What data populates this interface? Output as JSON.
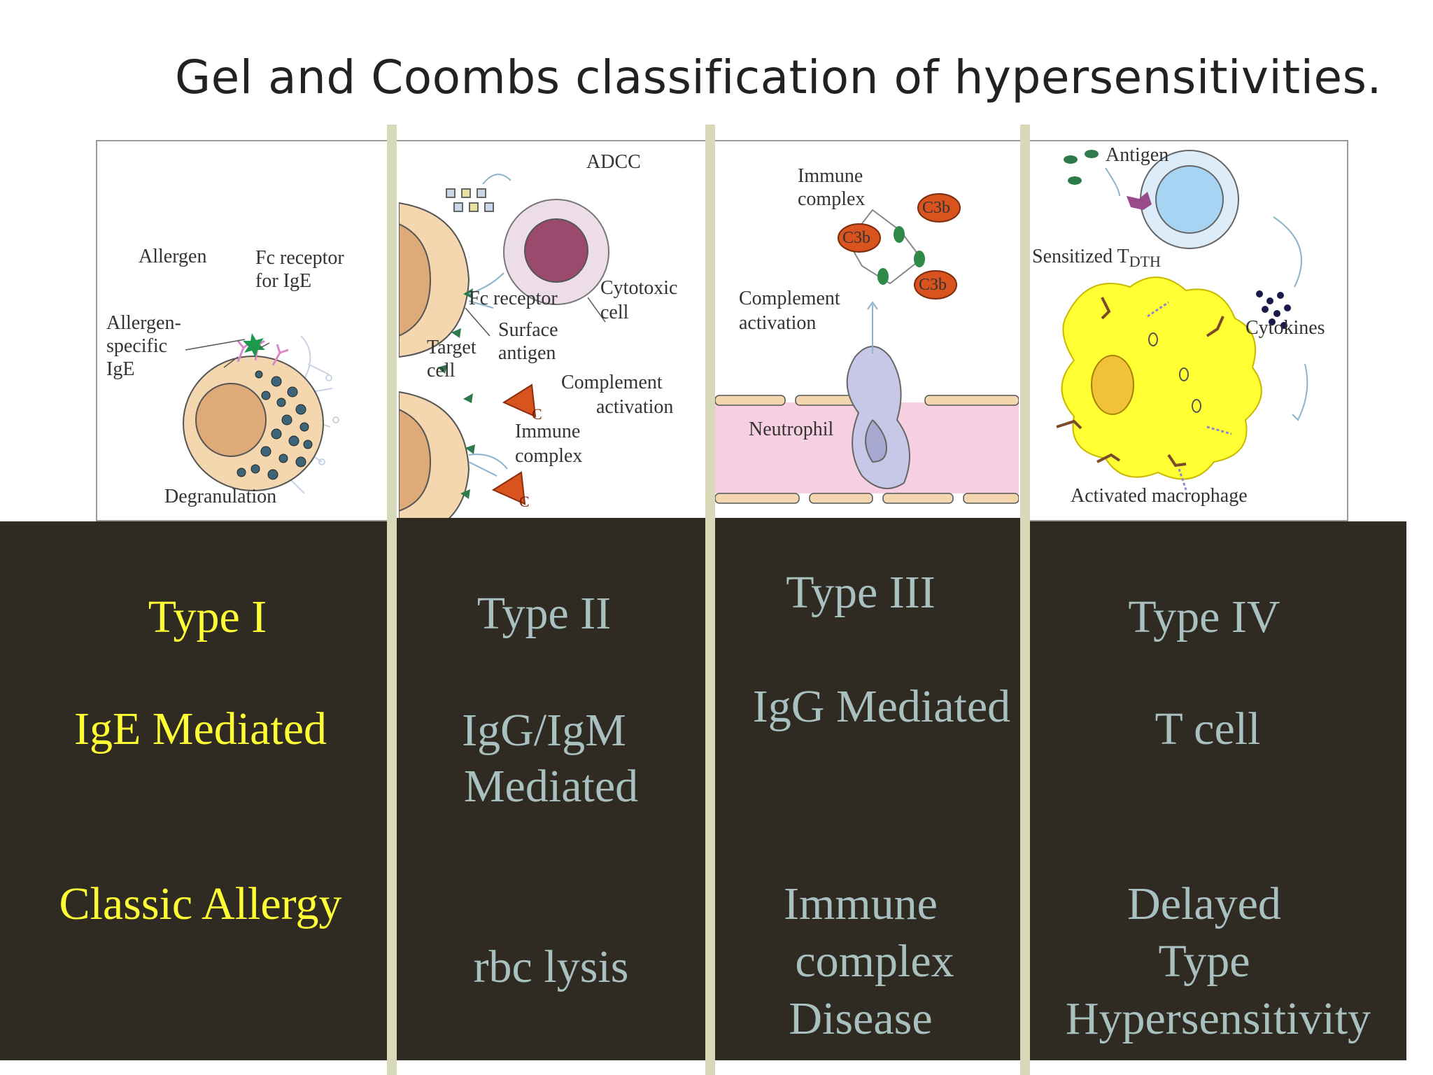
{
  "title": "Gel and Coombs classification of hypersensitivities.",
  "diagram_labels": {
    "p1": [
      "Allergen",
      "Fc receptor",
      "for IgE",
      "Allergen-",
      "specific",
      "IgE",
      "Degranulation"
    ],
    "p2": [
      "ADCC",
      "Fc receptor",
      "Cytotoxic",
      "cell",
      "Target",
      "cell",
      "Surface",
      "antigen",
      "Complement",
      "activation",
      "Immune",
      "complex",
      "C",
      "C"
    ],
    "p3": [
      "Immune",
      "complex",
      "C3b",
      "C3b",
      "C3b",
      "Complement",
      "activation",
      "Neutrophil"
    ],
    "p4": [
      "Antigen",
      "Sensitized T",
      "DTH",
      "Cytokines",
      "Activated macrophage"
    ]
  },
  "columns": [
    {
      "type": "Type I",
      "mediator": "IgE Mediated",
      "example": "Classic Allergy",
      "color": "#ffff33"
    },
    {
      "type": "Type II",
      "mediator": [
        "IgG/IgM",
        "Mediated"
      ],
      "example": "rbc lysis",
      "color": "#a9c0c0"
    },
    {
      "type": "Type III",
      "mediator": "IgG Mediated",
      "example": [
        "Immune",
        "complex",
        "Disease"
      ],
      "color": "#a9c0c0"
    },
    {
      "type": "Type IV",
      "mediator": "T cell",
      "example": [
        "Delayed",
        "Type",
        "Hypersensitivity"
      ],
      "color": "#a9c0c0"
    }
  ]
}
